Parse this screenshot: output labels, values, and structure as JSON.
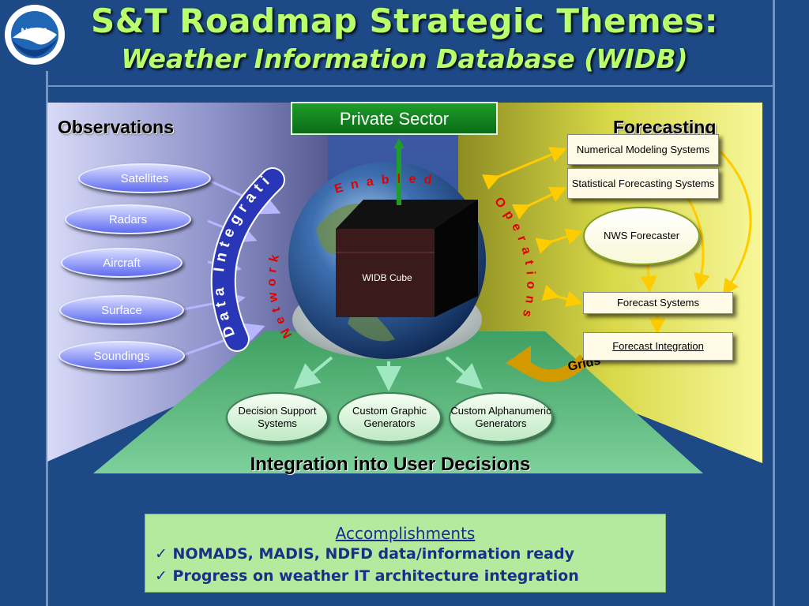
{
  "title": {
    "line1": "S&T Roadmap Strategic Themes:",
    "line2": "Weather Information Database (WIDB)"
  },
  "logo": {
    "text": "NOAA",
    "icon": "noaa-logo"
  },
  "observations": {
    "heading": "Observations",
    "items": [
      "Satellites",
      "Radars",
      "Aircraft",
      "Surface",
      "Soundings"
    ]
  },
  "forecasting": {
    "heading": "Forecasting",
    "numerical": "Numerical Modeling Systems",
    "statistical": "Statistical Forecasting Systems",
    "forecaster": "NWS Forecaster",
    "systems": "Forecast Systems",
    "integration": "Forecast Integration"
  },
  "private_sector": "Private Sector",
  "globe": {
    "cube_label": "WIDB Cube",
    "data_integration": "Data Integration",
    "network": "Network",
    "enabled": "Enabled",
    "operations": "Operations",
    "grids": "Grids"
  },
  "outputs": [
    "Decision Support Systems",
    "Custom Graphic Generators",
    "Custom Alphanumeric Generators"
  ],
  "user_decisions": "Integration into User Decisions",
  "accomplishments": {
    "heading": "Accomplishments",
    "items": [
      "NOMADS, MADIS, NDFD data/information ready",
      "Progress on weather IT architecture integration"
    ]
  },
  "colors": {
    "background": "#1d4a86",
    "title": "#b8ff6b",
    "observations_panel": "#8a8fd6",
    "forecasting_panel": "#e8e84a",
    "decisions_panel": "#7fd29a",
    "private_sector": "#1e9d2a"
  }
}
